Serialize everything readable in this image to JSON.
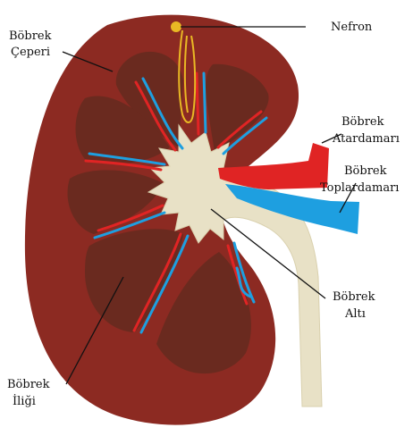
{
  "labels": {
    "nefron": "Nefron",
    "cortex": [
      "Böbrek",
      "Çeperi"
    ],
    "artery": [
      "Böbrek",
      "Atardamarı"
    ],
    "vein": [
      "Böbrek",
      "Toplardamarı"
    ],
    "pelvis": [
      "Böbrek",
      "Altı"
    ],
    "medulla": [
      "Böbrek",
      "İliği"
    ]
  },
  "colors": {
    "cortex": "#8c2a22",
    "medulla": "#6a2a1f",
    "pelvis": "#e8e1c6",
    "artery": "#e02424",
    "vein": "#1e9fe0",
    "nephron": "#e9b824",
    "leader": "#111111"
  }
}
